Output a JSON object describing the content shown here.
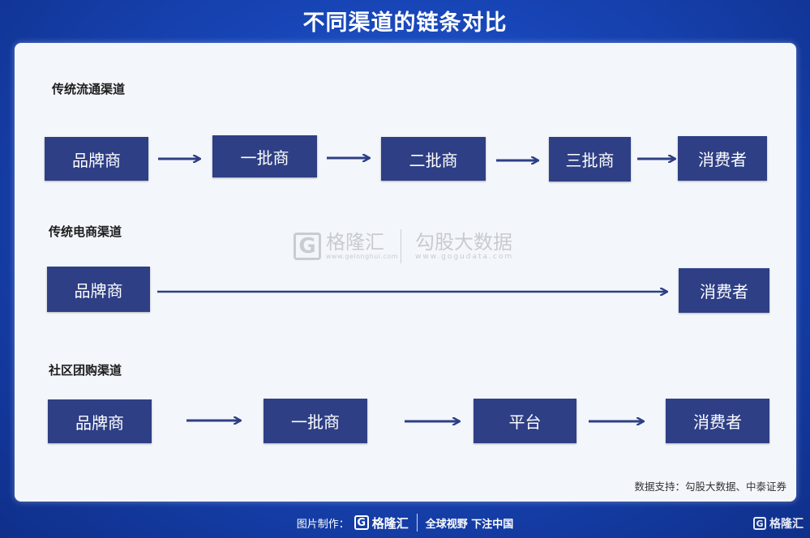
{
  "title": "不同渠道的链条对比",
  "sections": [
    {
      "label": "传统流通渠道",
      "nodes": [
        "品牌商",
        "一批商",
        "二批商",
        "三批商",
        "消费者"
      ]
    },
    {
      "label": "传统电商渠道",
      "nodes": [
        "品牌商",
        "消费者"
      ]
    },
    {
      "label": "社区团购渠道",
      "nodes": [
        "品牌商",
        "一批商",
        "平台",
        "消费者"
      ]
    }
  ],
  "watermark": {
    "left_brand": "格隆汇",
    "left_url": "www.gelonghui.com",
    "left_logo": "G",
    "right_brand": "勾股大数据",
    "right_url": "www.gogudata.com"
  },
  "source": "数据支持：勾股大数据、中泰证券",
  "footer": {
    "prefix": "图片制作：",
    "logo": "G",
    "brand": "格隆汇",
    "slogan": "全球视野 下注中国"
  },
  "corner": {
    "logo": "G",
    "brand": "格隆汇"
  },
  "colors": {
    "box": "#2e3f85",
    "arrow": "#2e3f85",
    "background": "#1846b8",
    "panel": "#f3f6fb"
  }
}
